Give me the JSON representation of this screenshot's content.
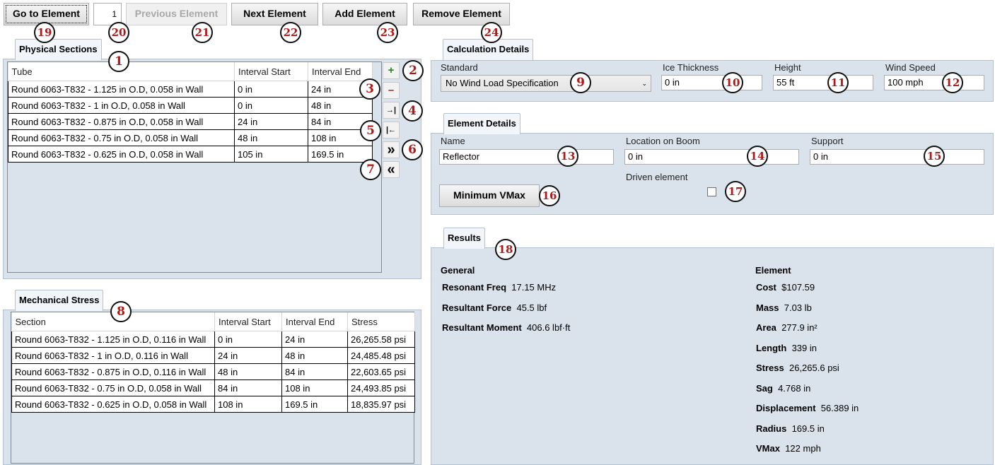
{
  "toolbar": {
    "go_to_element": "Go to Element",
    "element_number": "1",
    "previous_element": "Previous Element",
    "next_element": "Next Element",
    "add_element": "Add Element",
    "remove_element": "Remove Element"
  },
  "physical_sections": {
    "title": "Physical Sections",
    "columns": [
      "Tube",
      "Interval Start",
      "Interval End"
    ],
    "rows": [
      [
        "Round 6063-T832 - 1.125 in O.D, 0.058 in Wall",
        "0 in",
        "24 in"
      ],
      [
        "Round 6063-T832 - 1 in O.D, 0.058 in Wall",
        "0 in",
        "48 in"
      ],
      [
        "Round 6063-T832 - 0.875 in O.D, 0.058 in Wall",
        "24 in",
        "84 in"
      ],
      [
        "Round 6063-T832 - 0.75 in O.D, 0.058 in Wall",
        "48 in",
        "108 in"
      ],
      [
        "Round 6063-T832 - 0.625 in O.D, 0.058 in Wall",
        "105 in",
        "169.5 in"
      ]
    ],
    "side_buttons": {
      "add_icon": "plus-icon",
      "add": "+",
      "remove_icon": "minus-icon",
      "remove": "–",
      "insert_right_icon": "split-right-icon",
      "insert_right": "→|",
      "insert_left_icon": "split-left-icon",
      "insert_left": "|←",
      "move_down_icon": "double-chevron-right-icon",
      "move_down": "»",
      "move_up_icon": "double-chevron-left-icon",
      "move_up": "«"
    }
  },
  "mechanical_stress": {
    "title": "Mechanical Stress",
    "columns": [
      "Section",
      "Interval Start",
      "Interval End",
      "Stress"
    ],
    "rows": [
      [
        "Round 6063-T832 - 1.125 in O.D, 0.116 in Wall",
        "0 in",
        "24 in",
        "26,265.58 psi"
      ],
      [
        "Round 6063-T832 - 1 in O.D, 0.116 in Wall",
        "24 in",
        "48 in",
        "24,485.48 psi"
      ],
      [
        "Round 6063-T832 - 0.875 in O.D, 0.116 in Wall",
        "48 in",
        "84 in",
        "22,603.65 psi"
      ],
      [
        "Round 6063-T832 - 0.75 in O.D, 0.058 in Wall",
        "84 in",
        "108 in",
        "24,493.85 psi"
      ],
      [
        "Round 6063-T832 - 0.625 in O.D, 0.058 in Wall",
        "108 in",
        "169.5 in",
        "18,835.97 psi"
      ]
    ]
  },
  "calculation": {
    "title": "Calculation Details",
    "standard_label": "Standard",
    "standard_value": "No Wind Load Specification",
    "ice_label": "Ice Thickness",
    "ice_value": "0 in",
    "height_label": "Height",
    "height_value": "55 ft",
    "wind_label": "Wind Speed",
    "wind_value": "100 mph"
  },
  "element_details": {
    "title": "Element Details",
    "name_label": "Name",
    "name_value": "Reflector",
    "location_label": "Location on Boom",
    "location_value": "0 in",
    "support_label": "Support",
    "support_value": "0 in",
    "driven_label": "Driven element",
    "driven_checked": false,
    "min_vmax_button": "Minimum VMax"
  },
  "results": {
    "title": "Results",
    "general_heading": "General",
    "element_heading": "Element",
    "general": [
      {
        "name": "Resonant Freq",
        "value": "17.15 MHz"
      },
      {
        "name": "Resultant Force",
        "value": "45.5 lbf"
      },
      {
        "name": "Resultant Moment",
        "value": "406.6 lbf·ft"
      }
    ],
    "element": [
      {
        "name": "Cost",
        "value": "$107.59"
      },
      {
        "name": "Mass",
        "value": "7.03 lb"
      },
      {
        "name": "Area",
        "value": "277.9 in²"
      },
      {
        "name": "Length",
        "value": "339 in"
      },
      {
        "name": "Stress",
        "value": "26,265.6 psi"
      },
      {
        "name": "Sag",
        "value": "4.768 in"
      },
      {
        "name": "Displacement",
        "value": "56.389 in"
      },
      {
        "name": "Radius",
        "value": "169.5 in"
      },
      {
        "name": "VMax",
        "value": "122 mph"
      }
    ]
  },
  "callouts": [
    "1",
    "2",
    "3",
    "4",
    "5",
    "6",
    "7",
    "8",
    "9",
    "10",
    "11",
    "12",
    "13",
    "14",
    "15",
    "16",
    "17",
    "18",
    "19",
    "20",
    "21",
    "22",
    "23",
    "24"
  ],
  "colors": {
    "callout_text": "#b01818",
    "panel_bg": "#dae3ec",
    "add_green": "#1a8a1a",
    "remove_red": "#cc1111"
  }
}
